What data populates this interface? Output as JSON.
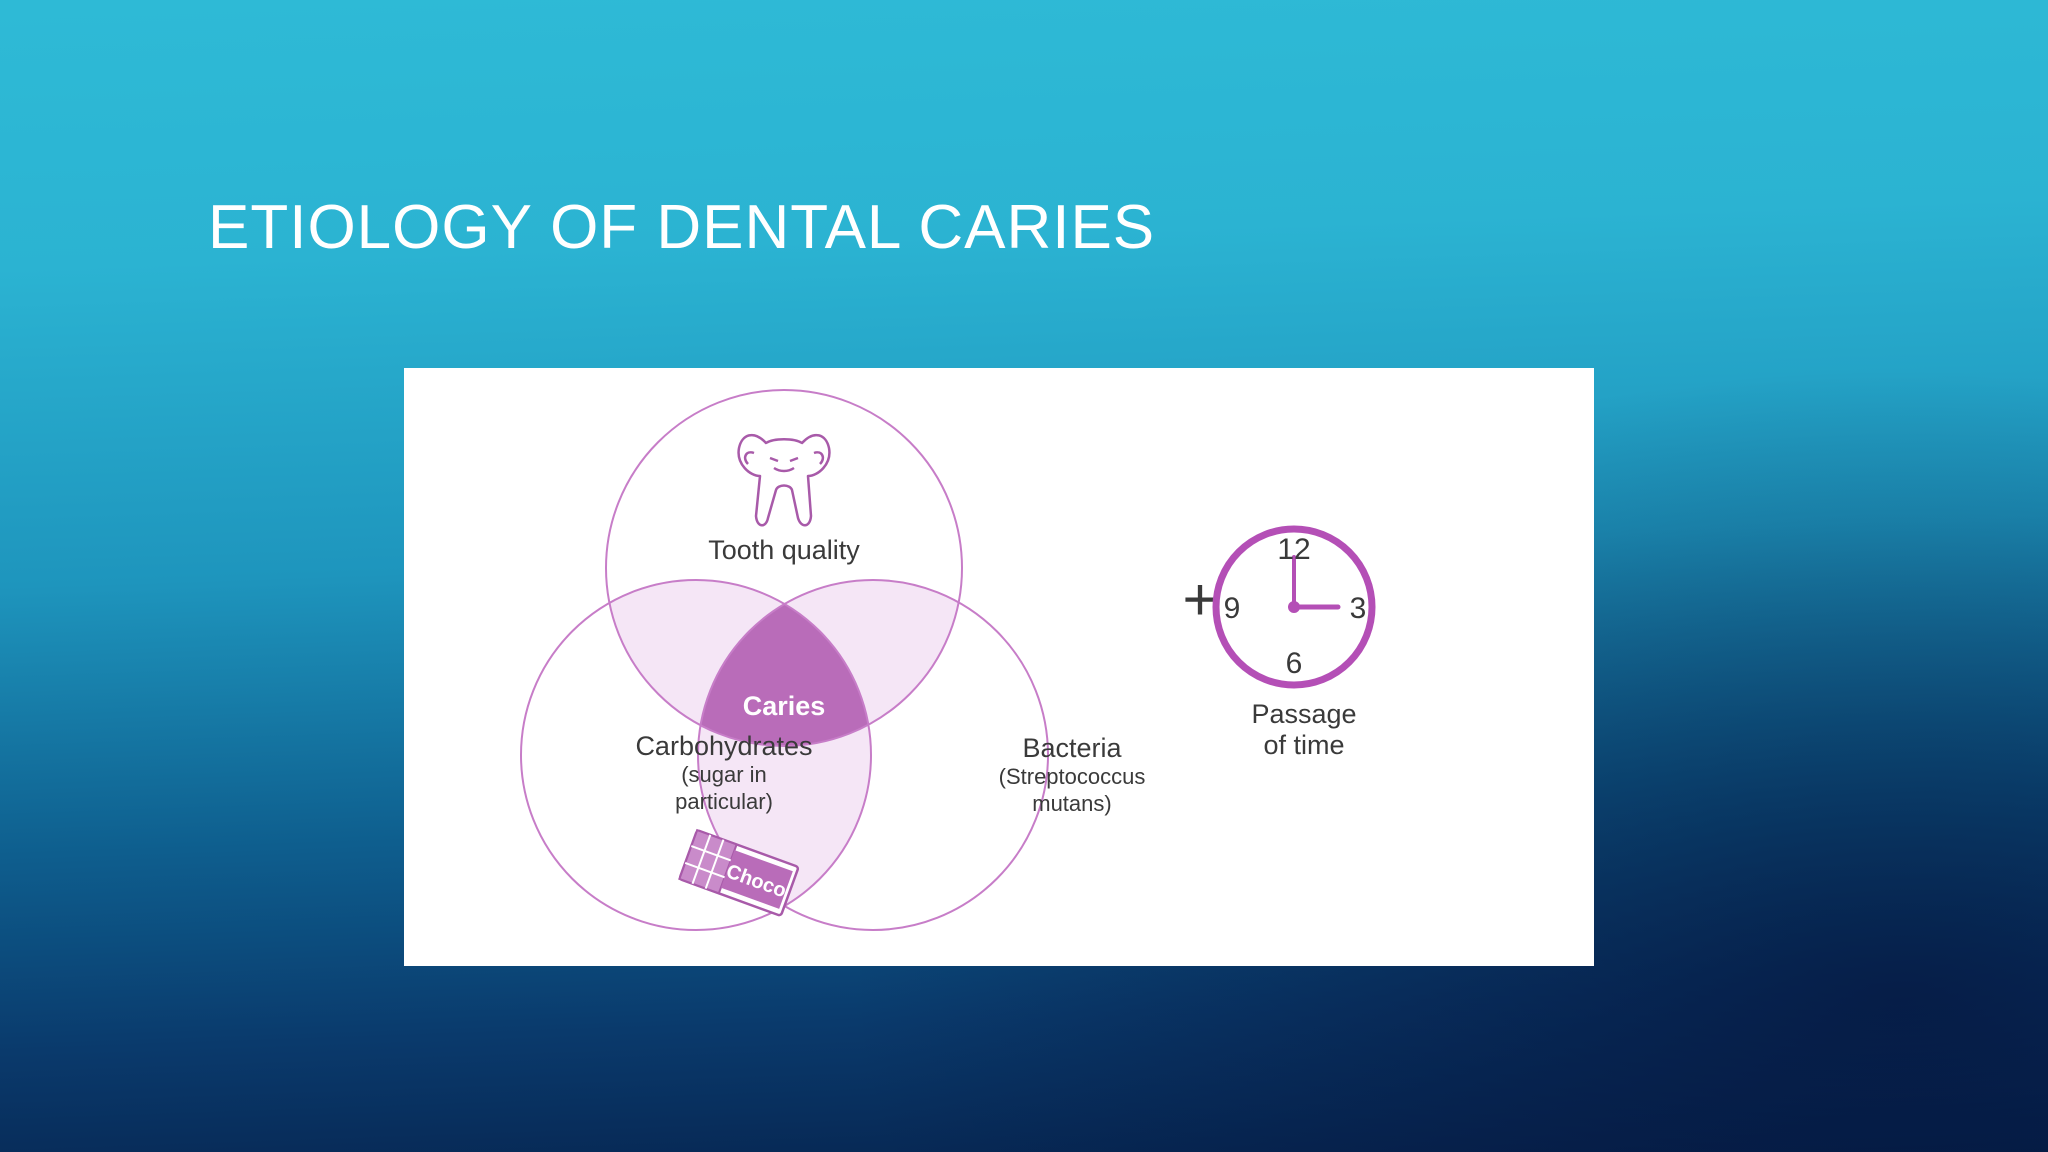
{
  "slide": {
    "title": "ETIOLOGY OF DENTAL CARIES"
  },
  "diagram": {
    "circles": {
      "top": {
        "label": "Tooth quality",
        "icon": "tooth-icon"
      },
      "left": {
        "label": "Carbohydrates",
        "sublabel_line1": "(sugar in",
        "sublabel_line2": "particular)",
        "icon": "chocolate-bar-icon",
        "icon_text": "Choco"
      },
      "right": {
        "label": "Bacteria",
        "sublabel_line1": "(Streptococcus",
        "sublabel_line2": "mutans)"
      }
    },
    "center_label": "Caries",
    "plus_sign": "+",
    "clock": {
      "icon": "clock-icon",
      "numbers": {
        "n12": "12",
        "n3": "3",
        "n6": "6",
        "n9": "9"
      },
      "caption_line1": "Passage",
      "caption_line2": "of time"
    },
    "colors": {
      "outline": "#c77dc8",
      "overlap": "#f5e6f6",
      "center": "#b96cb9",
      "clock_ring": "#b44fb6"
    }
  }
}
